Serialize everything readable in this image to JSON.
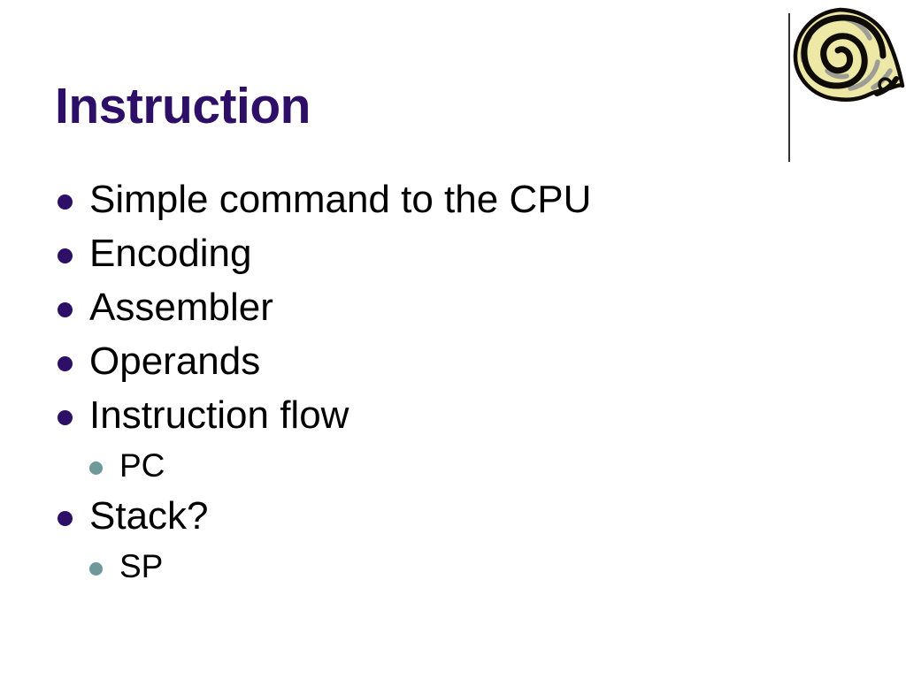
{
  "slide": {
    "title": "Instruction",
    "bullets": [
      {
        "level": 1,
        "text": "Simple command to the CPU"
      },
      {
        "level": 1,
        "text": "Encoding"
      },
      {
        "level": 1,
        "text": "Assembler"
      },
      {
        "level": 1,
        "text": "Operands"
      },
      {
        "level": 1,
        "text": "Instruction flow"
      },
      {
        "level": 2,
        "text": "PC"
      },
      {
        "level": 1,
        "text": "Stack?"
      },
      {
        "level": 2,
        "text": "SP"
      }
    ],
    "decor": {
      "shell_icon": "snail-shell-clipart",
      "divider": "vertical-rule"
    },
    "colors": {
      "background": "#ffffff",
      "title": "#2e0f68",
      "body_text": "#000000",
      "bullet_dot": "#2e0f68",
      "sub_bullet_dot": "#6f989b",
      "divider_line": "#333333",
      "shell_fill": "#ede8a6",
      "shell_outline": "#0f0c08",
      "shell_shadow": "#9d9d95"
    }
  }
}
